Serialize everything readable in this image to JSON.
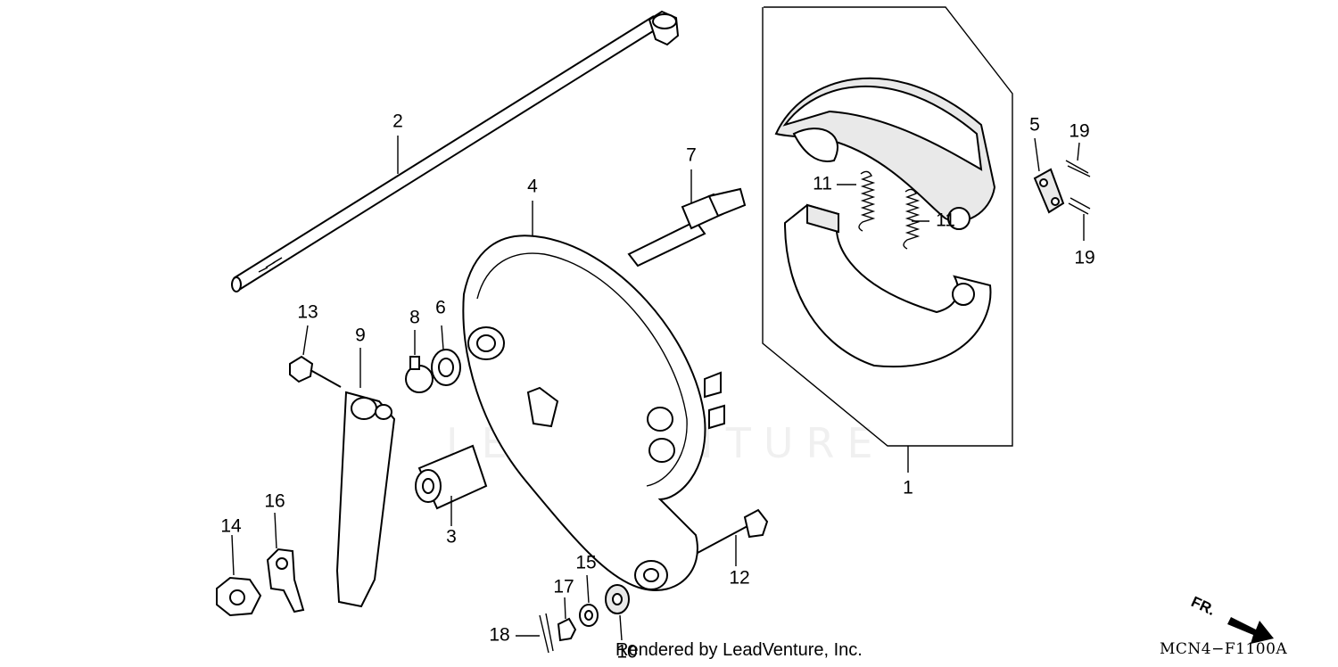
{
  "diagram": {
    "watermark": "LEADVENTURE",
    "footer": {
      "rendered_by": "Rendered by LeadVenture, Inc.",
      "code": "MCN4−F1100A",
      "direction": "FR."
    },
    "callouts": {
      "c1": "1",
      "c2": "2",
      "c3": "3",
      "c4": "4",
      "c5": "5",
      "c6": "6",
      "c7": "7",
      "c8": "8",
      "c9": "9",
      "c10": "10",
      "c11a": "11",
      "c11b": "11",
      "c12": "12",
      "c13": "13",
      "c14": "14",
      "c15": "15",
      "c16": "16",
      "c17": "17",
      "c18": "18",
      "c19a": "19",
      "c19b": "19"
    }
  }
}
